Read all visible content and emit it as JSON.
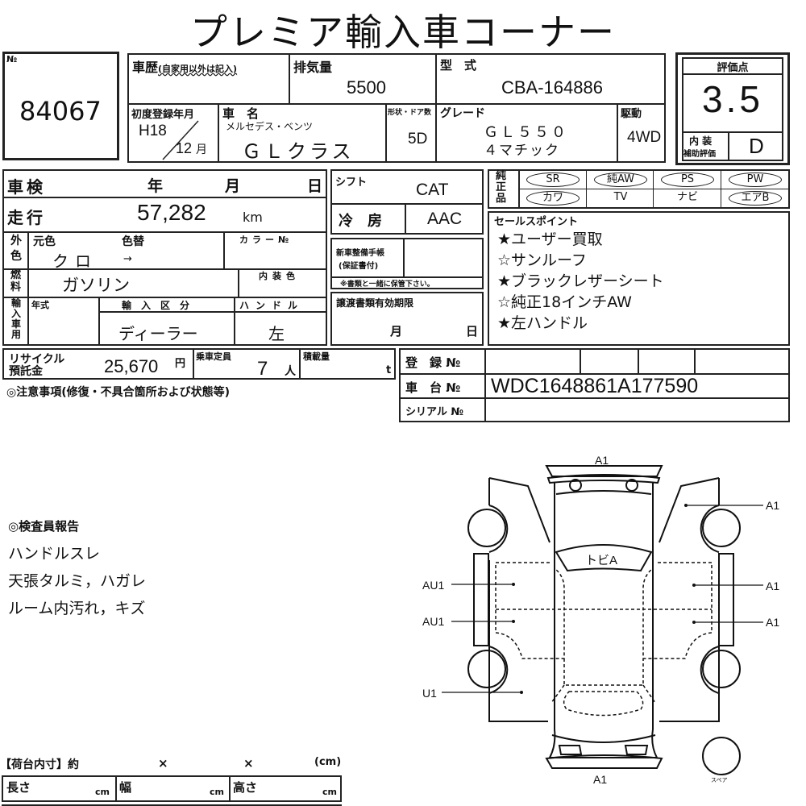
{
  "title": "プレミア輸入車コーナー",
  "lot": {
    "no_label": "№",
    "number": "84067"
  },
  "history": {
    "label": "車歴",
    "note": "(自家用以外は記入)"
  },
  "displacement": {
    "label": "排気量",
    "value": "5500"
  },
  "model_code": {
    "label": "型　式",
    "value": "CBA-164886"
  },
  "first_registration": {
    "label": "初度登録年月",
    "year": "H18",
    "month": "12",
    "month_unit": "月"
  },
  "car_name": {
    "label": "車　名",
    "maker": "メルセデス・ベンツ",
    "model": "ＧＬクラス"
  },
  "body_doors": {
    "label": "形状・ドア数",
    "value": "5D"
  },
  "grade": {
    "label": "グレード",
    "line1": "ＧＬ５５０",
    "line2": "４マチック"
  },
  "drive": {
    "label": "駆動",
    "value": "4WD"
  },
  "rating": {
    "label": "評価点",
    "score": "3.5",
    "interior_label_1": "内 装",
    "interior_label_2": "補助評価",
    "interior": "D"
  },
  "inspection": {
    "label": "車検",
    "year": "年",
    "month": "月",
    "day": "日"
  },
  "mileage": {
    "label": "走行",
    "value": "57,282",
    "unit": "km"
  },
  "exterior_color": {
    "label": "外色",
    "orig_label": "元色",
    "change_label": "色替",
    "orig": "クロ",
    "arrow": "→",
    "color_no_label": "カラー№"
  },
  "fuel": {
    "label": "燃料",
    "value": "ガソリン",
    "interior_color_label": "内装色"
  },
  "import": {
    "label": "輸入車用",
    "year_label": "年式",
    "class_label": "輸入区分",
    "class": "ディーラー",
    "handle_label": "ハンドル",
    "handle": "左"
  },
  "shift": {
    "label": "シフト",
    "value": "CAT"
  },
  "aircon": {
    "label": "冷　房",
    "value": "AAC"
  },
  "service_book": {
    "label1": "新車整備手帳",
    "label2": "(保証書付)",
    "note": "※書類と一緒に保管下さい。"
  },
  "transfer_docs": {
    "label": "譲渡書類有効期限",
    "month": "月",
    "day": "日"
  },
  "genuine": {
    "label": "純正品",
    "items": [
      {
        "text": "SR",
        "circled": true
      },
      {
        "text": "純AW",
        "circled": true
      },
      {
        "text": "PS",
        "circled": true
      },
      {
        "text": "PW",
        "circled": true
      },
      {
        "text": "カワ",
        "circled": true
      },
      {
        "text": "TV",
        "circled": false
      },
      {
        "text": "ナビ",
        "circled": false
      },
      {
        "text": "エアB",
        "circled": true
      }
    ]
  },
  "sales_points": {
    "label": "セールスポイント",
    "items": [
      "★ユーザー買取",
      "☆サンルーフ",
      "★ブラックレザーシート",
      "☆純正18インチAW",
      "★左ハンドル"
    ]
  },
  "recycle": {
    "label1": "リサイクル",
    "label2": "預託金",
    "value": "25,670",
    "unit": "円"
  },
  "capacity": {
    "label": "乗車定員",
    "value": "7",
    "unit": "人"
  },
  "load": {
    "label": "積載量",
    "unit": "t"
  },
  "registration": {
    "label": "登　録 №",
    "chassis_label": "車　台 №",
    "chassis": "WDC1648861A177590",
    "serial_label": "シリアル №"
  },
  "notes_label": "◎注意事項(修復・不具合箇所および状態等)",
  "inspector": {
    "label": "◎検査員報告",
    "lines": [
      "ハンドルスレ",
      "天張タルミ，ハガレ",
      "ルーム内汚れ，キズ"
    ]
  },
  "diagram": {
    "marks": {
      "front": "A1",
      "rear": "A1",
      "right_front_fender": "A1",
      "right_front_door": "A1",
      "right_rear_door": "A1",
      "left_front_door": "AU1",
      "left_rear_door": "AU1",
      "left_rear_fender": "U1",
      "windshield": "トビA"
    },
    "spare_label": "スペア"
  },
  "cargo": {
    "label": "【荷台内寸】約",
    "x1": "×",
    "x2": "×",
    "unit_label": "(cm)",
    "length_label": "長さ",
    "width_label": "幅",
    "height_label": "高さ",
    "cm": "cm"
  }
}
